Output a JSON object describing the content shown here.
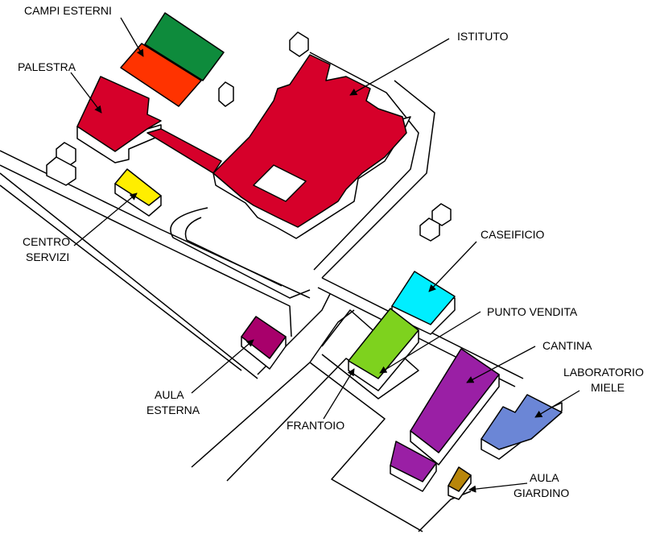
{
  "labels": {
    "campi_esterni": "CAMPI ESTERNI",
    "palestra": "PALESTRA",
    "istituto": "ISTITUTO",
    "centro_servizi_line1": "CENTRO",
    "centro_servizi_line2": "SERVIZI",
    "caseificio": "CASEIFICIO",
    "punto_vendita": "PUNTO VENDITA",
    "cantina": "CANTINA",
    "laboratorio_miele_line1": "LABORATORIO",
    "laboratorio_miele_line2": "MIELE",
    "aula_esterna_line1": "AULA",
    "aula_esterna_line2": "ESTERNA",
    "frantoio": "FRANTOIO",
    "aula_giardino_line1": "AULA",
    "aula_giardino_line2": "GIARDINO"
  },
  "colors": {
    "campi_esterni": "#0e8b3c",
    "palestra_top": "#ff3300",
    "istituto": "#d6002a",
    "centro_servizi": "#ffee00",
    "caseificio": "#00eeff",
    "punto_vendita": "#7ed21e",
    "cantina": "#9a1fa5",
    "laboratorio_miele": "#6b86d6",
    "aula_esterna": "#a8006b",
    "aula_giardino": "#b8860b",
    "small_purple": "#9a1fa5"
  }
}
